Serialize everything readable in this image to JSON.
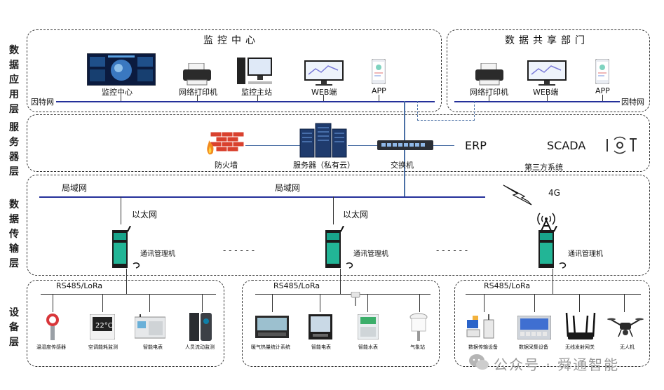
{
  "layers": {
    "app": "数据应用层",
    "service": "服务器层",
    "transport": "数据传输层",
    "device": "设备层"
  },
  "monitor_center": {
    "title": "监控中心",
    "items": [
      "监控中心",
      "网络打印机",
      "监控主站",
      "WEB端",
      "APP"
    ],
    "net": "因特网"
  },
  "share_dept": {
    "title": "数据共享部门",
    "items": [
      "网络打印机",
      "WEB端",
      "APP"
    ],
    "net": "因特网"
  },
  "service": {
    "firewall": "防火墙",
    "server": "服务器（私有云）",
    "switch": "交换机",
    "erp": "ERP",
    "scada": "SCADA",
    "iot": "IOT",
    "third_party": "第三方系统"
  },
  "transport": {
    "lan1": "局域网",
    "lan2": "局域网",
    "eth1": "以太网",
    "eth2": "以太网",
    "g4": "4G",
    "gateway": "通讯管理机"
  },
  "device_groups": [
    {
      "bus": "RS485/LoRa",
      "items": [
        "温湿度传感器",
        "空调能耗监测",
        "智能电表",
        "人员流动监测"
      ]
    },
    {
      "bus": "RS485/LoRa",
      "items": [
        "暖气热量统计系统",
        "智能电表",
        "智能水表",
        "气象站"
      ]
    },
    {
      "bus": "RS485/LoRa",
      "items": [
        "数据传输设备",
        "数据采集设备",
        "无线发射网关",
        "无人机"
      ]
    }
  ],
  "watermark": "公众号 · 舜通智能",
  "colors": {
    "network_line": "#24309a",
    "switch_link": "#4a6fa5"
  }
}
